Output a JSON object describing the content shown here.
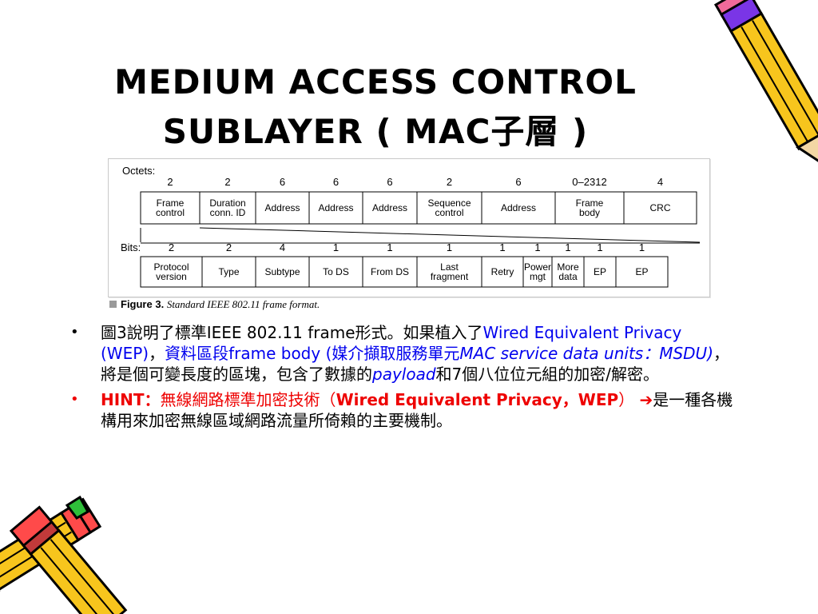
{
  "title": {
    "line1": "MEDIUM ACCESS CONTROL",
    "line2": "SUBLAYER ( MAC子層 )"
  },
  "figure": {
    "octets_label": "Octets:",
    "bits_label": "Bits:",
    "octet_counts": [
      "2",
      "2",
      "6",
      "6",
      "6",
      "2",
      "6",
      "0–2312",
      "4"
    ],
    "frame_fields": [
      [
        "Frame",
        "control"
      ],
      [
        "Duration",
        "conn. ID"
      ],
      [
        "Address"
      ],
      [
        "Address"
      ],
      [
        "Address"
      ],
      [
        "Sequence",
        "control"
      ],
      [
        "Address"
      ],
      [
        "Frame",
        "body"
      ],
      [
        "CRC"
      ]
    ],
    "bit_counts": [
      "2",
      "2",
      "4",
      "1",
      "1",
      "1",
      "1",
      "1",
      "1",
      "1",
      "1"
    ],
    "control_fields": [
      [
        "Protocol",
        "version"
      ],
      [
        "Type"
      ],
      [
        "Subtype"
      ],
      [
        "To DS"
      ],
      [
        "From DS"
      ],
      [
        "Last",
        "fragment"
      ],
      [
        "Retry"
      ],
      [
        "Power",
        "mgt"
      ],
      [
        "More",
        "data"
      ],
      [
        "EP"
      ],
      [
        "EP"
      ]
    ],
    "caption_label": "Figure 3.",
    "caption_text": "Standard IEEE 802.11 frame format."
  },
  "bullets": {
    "b1": {
      "p1": "圖3說明了標準IEEE 802.11 frame形式。如果植入了",
      "p2": "Wired Equivalent Privacy (WEP)",
      "p3": "，",
      "p4": "資料區段",
      "p5": "frame body (",
      "p6": "媒介擷取服務單元",
      "p7": "MAC service data units：MSDU)",
      "p8": "，將是個可變長度的區塊，包含了數據的",
      "p9": "payload",
      "p10": "和7個八位位元組的加密/解密。"
    },
    "b2": {
      "p1": "HINT：",
      "p2": "無線網路標準加密技術（",
      "p3": "Wired Equivalent Privacy，WEP",
      "p4": "）",
      "p5": "➔",
      "p6": "是一種各機構用來加密無線區域網路流量所倚賴的主要機制。"
    }
  },
  "colors": {
    "blue": "#0000ee",
    "red": "#ee0000",
    "pencil_yellow": "#f7c51d",
    "pencil_purple": "#7a35e6"
  },
  "decorations": [
    "pencil-top-right",
    "pencils-bottom-left"
  ]
}
